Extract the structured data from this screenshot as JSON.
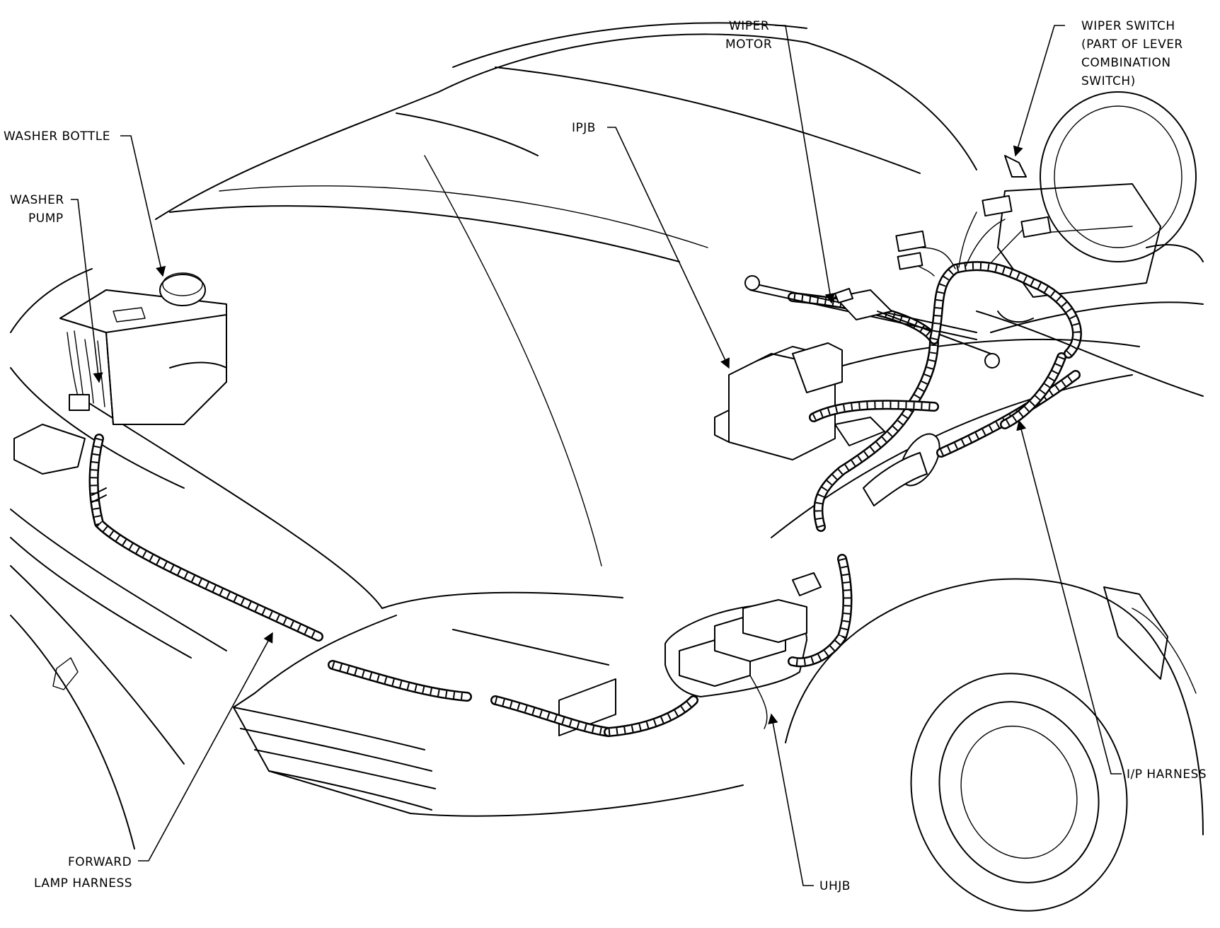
{
  "labels": {
    "washer_bottle": "WASHER BOTTLE",
    "washer_pump_line1": "WASHER",
    "washer_pump_line2": "PUMP",
    "ipjb": "IPJB",
    "wiper_motor_line1": "WIPER",
    "wiper_motor_line2": "MOTOR",
    "wiper_switch_line1": "WIPER SWITCH",
    "wiper_switch_line2": "(PART OF LEVER",
    "wiper_switch_line3": "COMBINATION",
    "wiper_switch_line4": "SWITCH)",
    "ip_harness": "I/P HARNESS",
    "uhjb": "UHJB",
    "forward_lamp_line1": "FORWARD",
    "forward_lamp_line2": "LAMP HARNESS"
  }
}
